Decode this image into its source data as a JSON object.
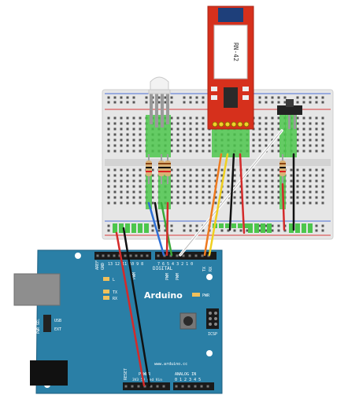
{
  "module": {
    "label": "RN-42"
  },
  "arduino": {
    "logo": "Arduino",
    "url": "www.arduino.cc",
    "header_top": {
      "aref": "AREF",
      "gnd": "GND",
      "digital": "DIGITAL",
      "pin_numbers_high": "13 12 11 10 9 8",
      "pin_numbers_low": "7 6 5 4 3 2 1 0",
      "pwm_a": "PWM",
      "pwm_b": "PWM",
      "pwm_c": "PWM",
      "tx": "TX",
      "rx": "RX"
    },
    "header_bottom": {
      "reset": "RESET",
      "power": "POWER",
      "power_pins": "3V3 5V Gnd Vin",
      "analog": "ANALOG IN",
      "analog_pins": "0 1 2 3 4 5"
    },
    "leds": {
      "l": "L",
      "tx": "TX",
      "rx": "RX",
      "pwr": "PWR"
    },
    "icsp": "ICSP",
    "jumper": {
      "pwr_sel": "PWR SEL",
      "usb": "USB",
      "ext": "EXT"
    }
  },
  "colors": {
    "board": "#2a7fa6",
    "breadboard": "#e6e6e6",
    "module_red": "#d6301c",
    "pin_green": "#4cc64c"
  }
}
